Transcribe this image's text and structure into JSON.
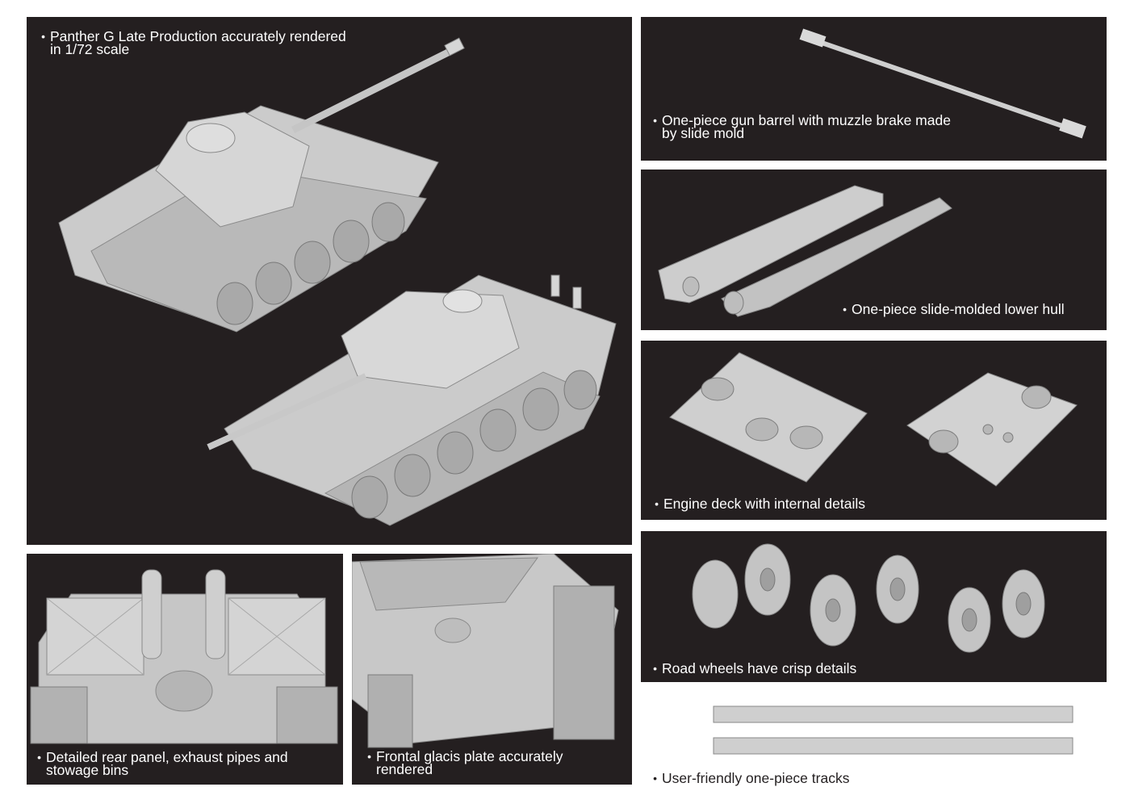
{
  "colors": {
    "panel_background": "#241f20",
    "model_gray": "#c9c9c9",
    "caption_text": "#ffffff"
  },
  "panels": {
    "main": {
      "caption_line1": "Panther G Late Production accurately rendered",
      "caption_line2": "in 1/72 scale"
    },
    "barrel": {
      "caption_line1": "One-piece gun barrel with muzzle brake made",
      "caption_line2": "by slide mold"
    },
    "hull": {
      "caption_line1": "One-piece slide-molded lower hull"
    },
    "deck": {
      "caption_line1": "Engine deck with internal details"
    },
    "wheels": {
      "caption_line1": "Road wheels have crisp details"
    },
    "rear": {
      "caption_line1": "Detailed rear panel, exhaust pipes and",
      "caption_line2": "stowage bins"
    },
    "glacis": {
      "caption_line1": "Frontal glacis plate accurately",
      "caption_line2": "rendered"
    },
    "tracks": {
      "caption_line1": "User-friendly one-piece tracks"
    }
  },
  "bullet": "•"
}
